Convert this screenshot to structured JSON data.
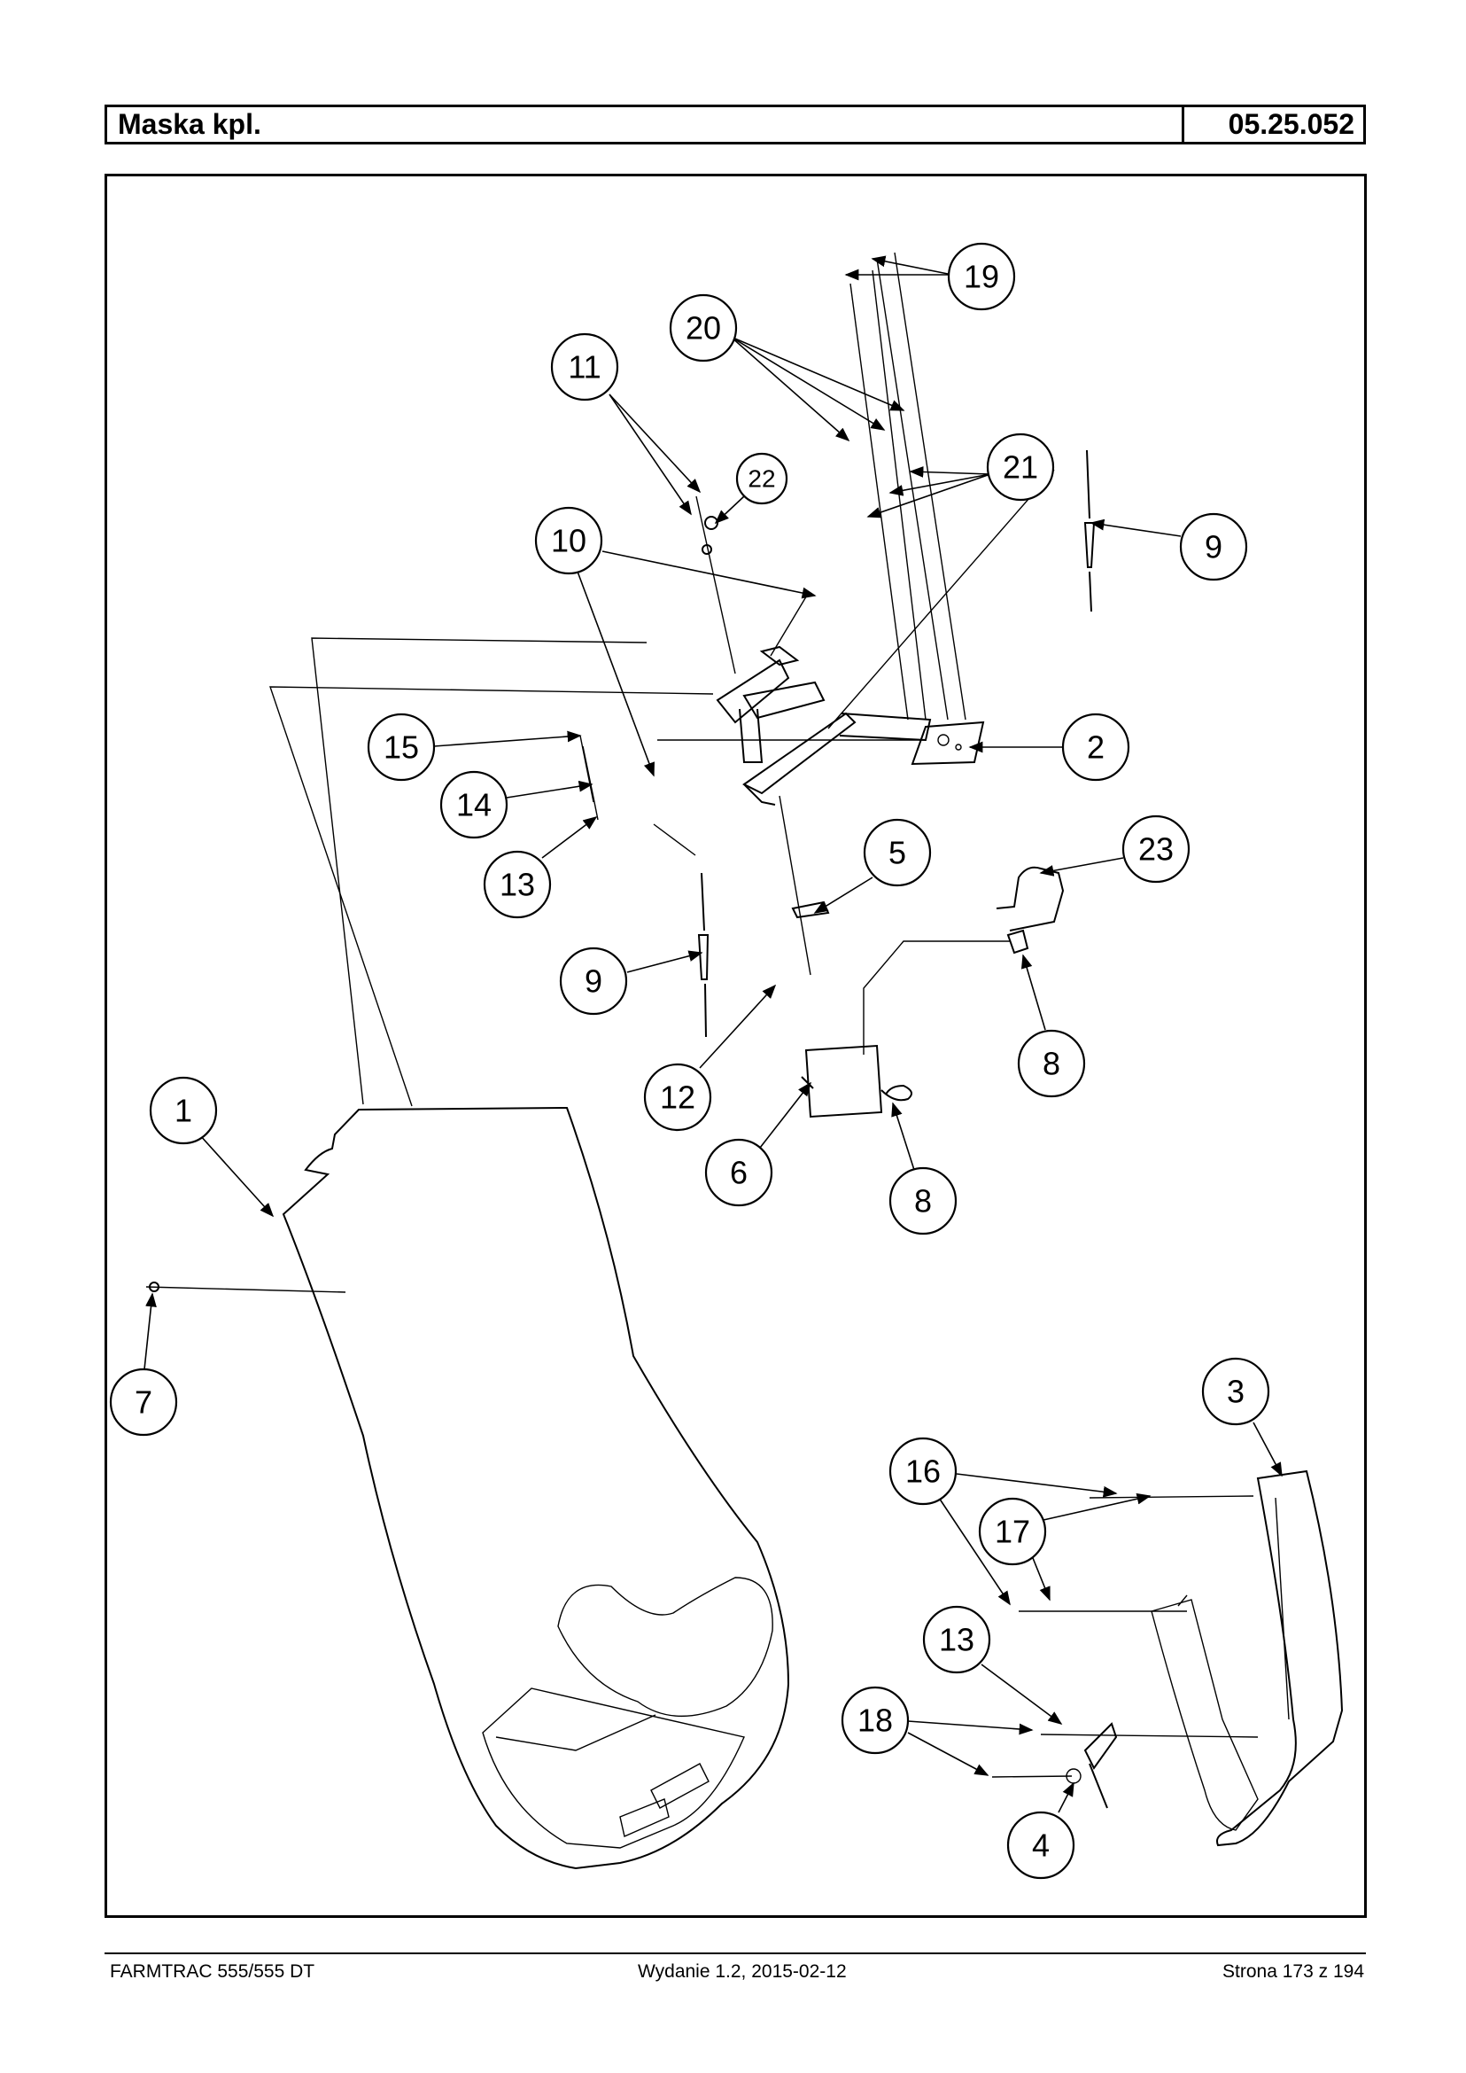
{
  "header": {
    "title": "Maska kpl.",
    "code": "05.25.052"
  },
  "callouts": [
    "19",
    "20",
    "11",
    "22",
    "21",
    "9",
    "10",
    "2",
    "15",
    "14",
    "13",
    "5",
    "23",
    "9",
    "12",
    "8",
    "1",
    "6",
    "8",
    "7",
    "3",
    "16",
    "17",
    "13",
    "18",
    "4"
  ],
  "footer": {
    "left": "FARMTRAC 555/555 DT",
    "middle": "Wydanie 1.2,  2015-02-12",
    "right": "Strona 173 z 194"
  }
}
